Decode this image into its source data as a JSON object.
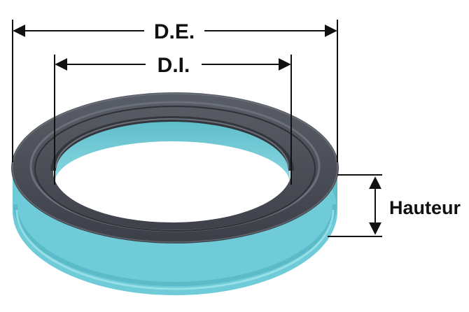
{
  "labels": {
    "outer_diameter": "D.E.",
    "inner_diameter": "D.I.",
    "height": "Hauteur"
  },
  "colors": {
    "seal_gray": "#4a4e57",
    "seal_gray_dark": "#2f3239",
    "seal_gray_light": "#6a6f79",
    "seal_teal": "#79d3de",
    "seal_teal_dark": "#4fb4c3",
    "seal_teal_light": "#a5e6ee",
    "dimension_line": "#111111",
    "background": "#ffffff"
  }
}
